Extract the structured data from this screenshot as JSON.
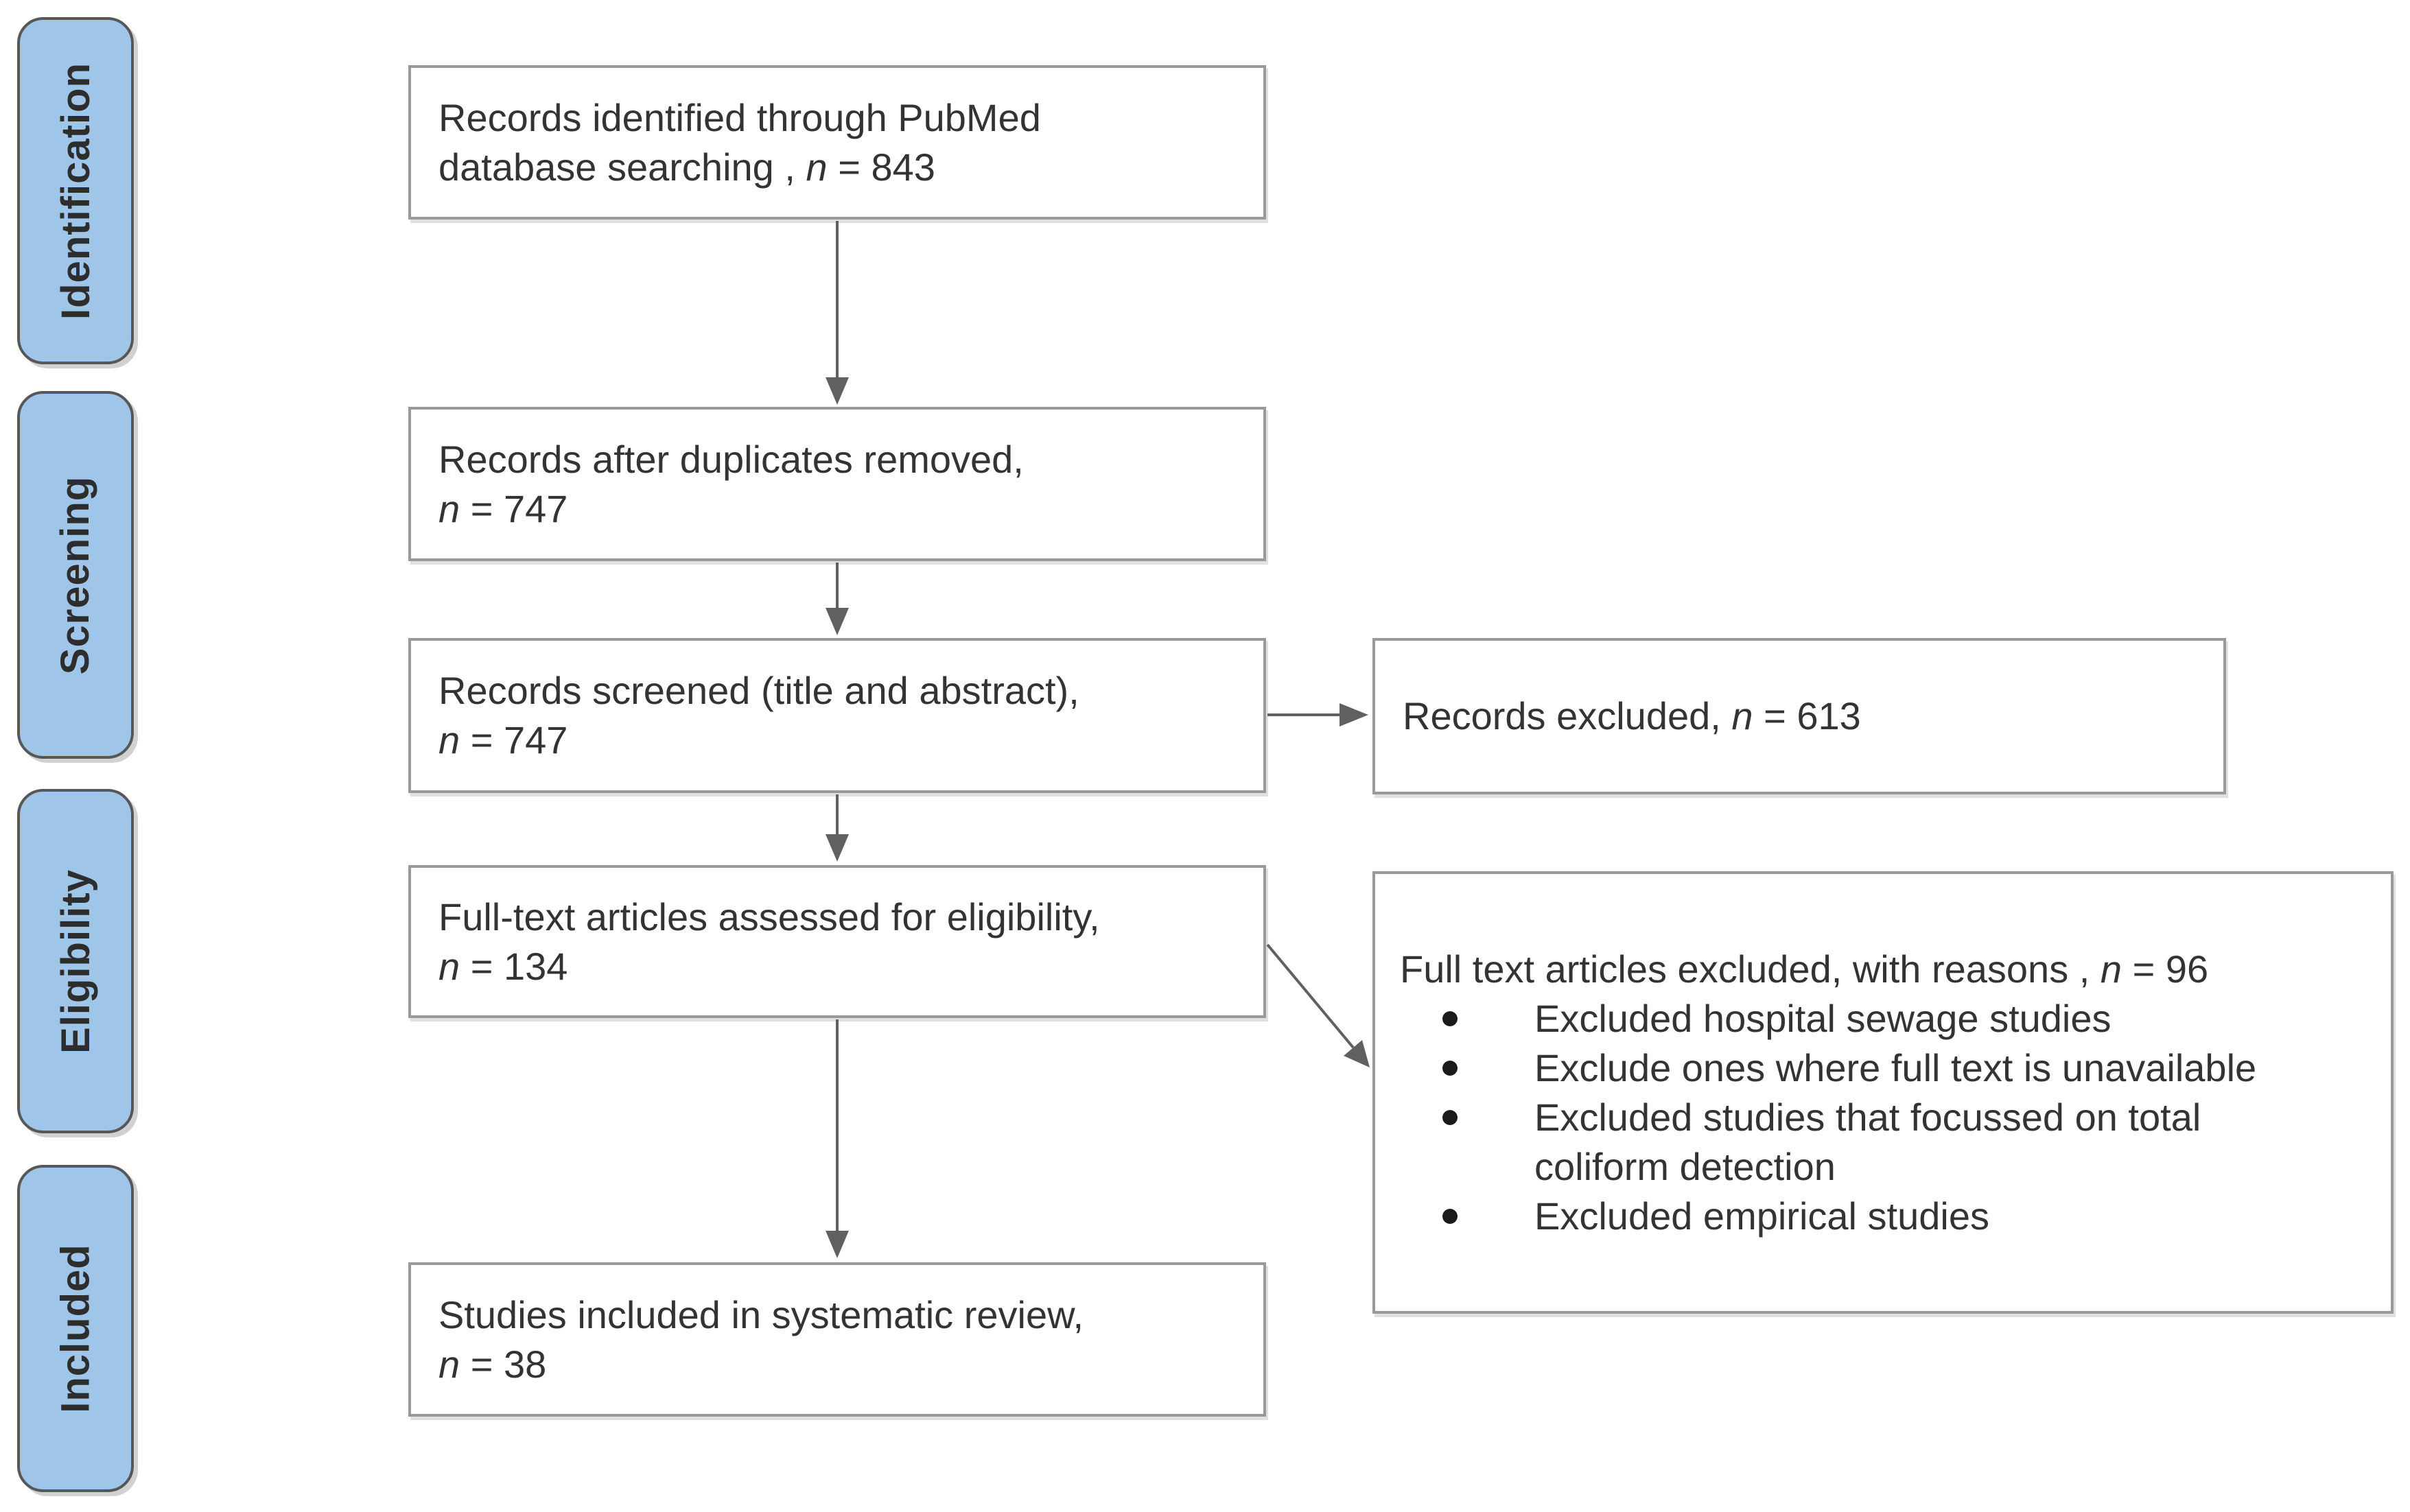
{
  "stages": [
    {
      "label": "Identification"
    },
    {
      "label": "Screening"
    },
    {
      "label": "Eligibility"
    },
    {
      "label": "Included"
    }
  ],
  "flow_boxes": [
    {
      "line1": "Records identified through PubMed",
      "line2_prefix": "database searching , ",
      "n": "n",
      "value": "= 843"
    },
    {
      "line1": "Records after duplicates removed,",
      "line2_prefix": "",
      "n": "n",
      "value": "= 747"
    },
    {
      "line1": "Records screened (title and abstract),",
      "line2_prefix": "",
      "n": "n",
      "value": "= 747"
    },
    {
      "line1": "Full-text articles assessed for eligibility,",
      "line2_prefix": "",
      "n": "n",
      "value": "= 134"
    },
    {
      "line1": "Studies included in systematic review,",
      "line2_prefix": "",
      "n": "n",
      "value": "= 38"
    }
  ],
  "excluded_box": {
    "text": "Records excluded, ",
    "n": "n",
    "value": "= 613"
  },
  "reasons_box": {
    "title": "Full text articles excluded, with reasons , ",
    "n": "n",
    "value": "= 96",
    "bullets": [
      {
        "lines": [
          "Excluded hospital sewage studies"
        ]
      },
      {
        "lines": [
          "Exclude ones where full text is unavailable"
        ]
      },
      {
        "lines": [
          "Excluded studies that focussed on total",
          "coliform detection"
        ]
      },
      {
        "lines": [
          "Excluded empirical studies"
        ]
      }
    ]
  },
  "colors": {
    "stage_fill": "#9fc5e8",
    "stage_border": "#575757",
    "box_border": "#999999",
    "arrow": "#606060",
    "text": "#333333",
    "bullet": "#1a1a1a"
  }
}
